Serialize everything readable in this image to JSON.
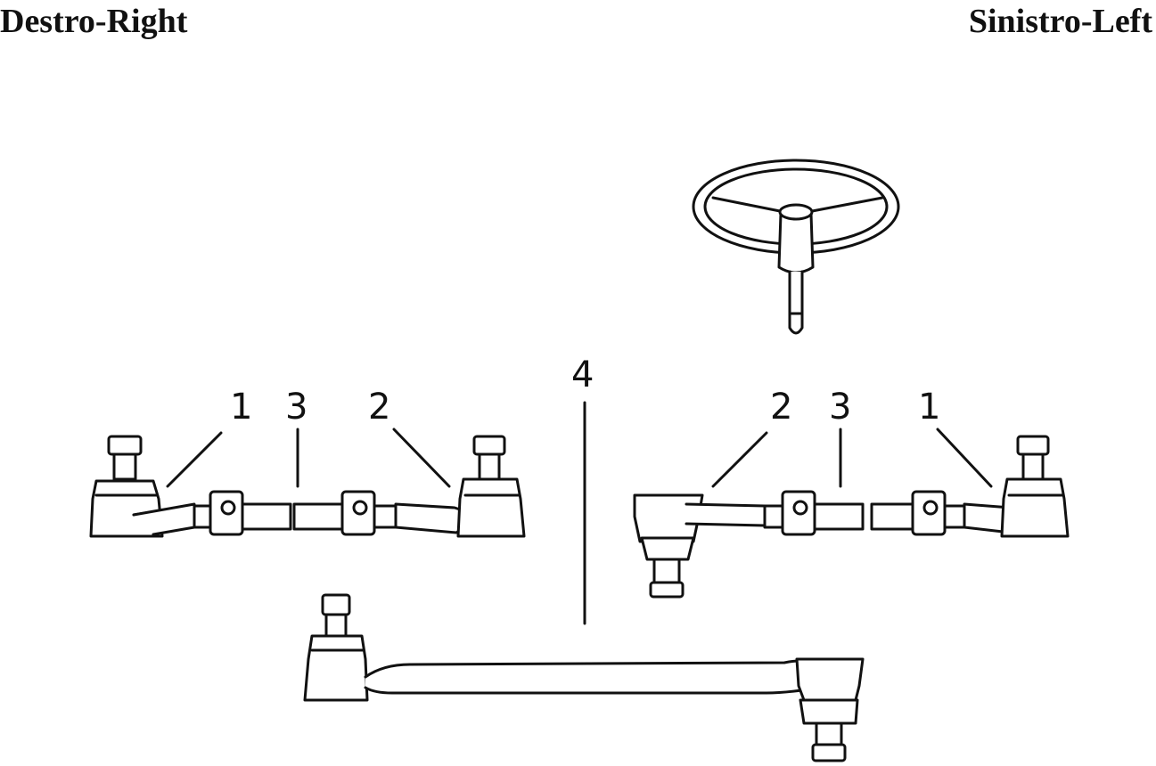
{
  "headings": {
    "right_side": "Destro-Right",
    "left_side": "Sinistro-Left"
  },
  "callouts": {
    "rhd": {
      "ball_joint": "1",
      "adjuster": "3",
      "tie_rod_end": "2"
    },
    "center": {
      "center_link": "4"
    },
    "lhd": {
      "tie_rod_end": "2",
      "adjuster": "3",
      "ball_joint": "1"
    }
  }
}
